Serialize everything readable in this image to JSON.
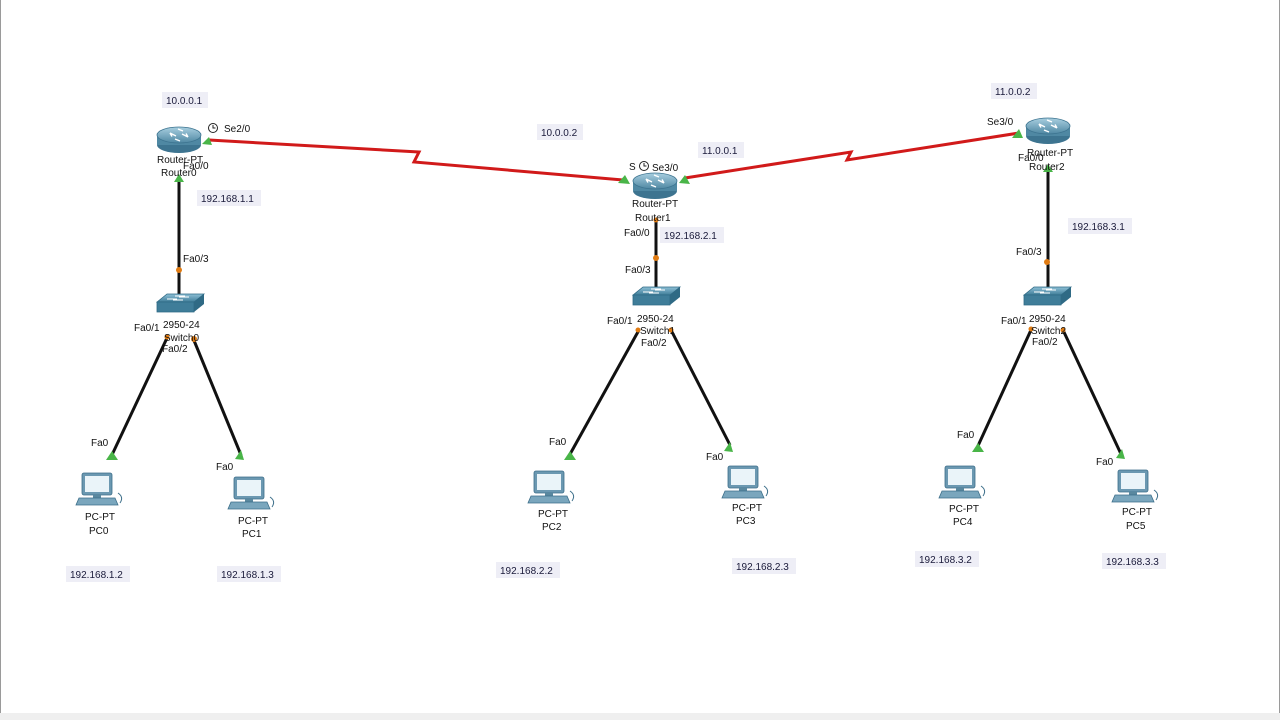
{
  "colors": {
    "serial_link": "#d11a1a",
    "ethernet_link": "#111111",
    "link_up": "#49b548",
    "link_port": "#e07b12",
    "router_body": "#5f9ab5",
    "switch_body": "#4f8fac",
    "pc_body": "#5f8ea8",
    "note_bg": "#eeeef6"
  },
  "routers": [
    {
      "model": "Router-PT",
      "name": "Router0",
      "icon": "router-icon"
    },
    {
      "model": "Router-PT",
      "name": "Router1",
      "icon": "router-icon"
    },
    {
      "model": "Router-PT",
      "name": "Router2",
      "icon": "router-icon"
    }
  ],
  "switches": [
    {
      "model": "2950-24",
      "name": "Switch0",
      "icon": "switch-icon"
    },
    {
      "model": "2950-24",
      "name": "Switch1",
      "icon": "switch-icon"
    },
    {
      "model": "2950-24",
      "name": "Switch2",
      "icon": "switch-icon"
    }
  ],
  "pcs": [
    {
      "model": "PC-PT",
      "name": "PC0",
      "port": "Fa0",
      "ip": "192.168.1.2",
      "icon": "pc-icon"
    },
    {
      "model": "PC-PT",
      "name": "PC1",
      "port": "Fa0",
      "ip": "192.168.1.3",
      "icon": "pc-icon"
    },
    {
      "model": "PC-PT",
      "name": "PC2",
      "port": "Fa0",
      "ip": "192.168.2.2",
      "icon": "pc-icon"
    },
    {
      "model": "PC-PT",
      "name": "PC3",
      "port": "Fa0",
      "ip": "192.168.2.3",
      "icon": "pc-icon"
    },
    {
      "model": "PC-PT",
      "name": "PC4",
      "port": "Fa0",
      "ip": "192.168.3.2",
      "icon": "pc-icon"
    },
    {
      "model": "PC-PT",
      "name": "PC5",
      "port": "Fa0",
      "ip": "192.168.3.3",
      "icon": "pc-icon"
    }
  ],
  "router_ports": {
    "r0_serial": "Se2/0",
    "r0_lan": "Fa0/0",
    "r1_serial_left": "S",
    "r1_serial_right": "Se3/0",
    "r1_lan": "Fa0/0",
    "r2_serial": "Se3/0",
    "r2_lan": "Fa0/0"
  },
  "switch_ports": {
    "uplink": "Fa0/3",
    "left": "Fa0/1",
    "right": "Fa0/2"
  },
  "ip_notes": {
    "r0_serial": "10.0.0.1",
    "r1_serial_left": "10.0.0.2",
    "r1_serial_right": "11.0.0.1",
    "r2_serial": "11.0.0.2",
    "lan1_gateway": "192.168.1.1",
    "lan2_gateway": "192.168.2.1",
    "lan3_gateway": "192.168.3.1"
  }
}
